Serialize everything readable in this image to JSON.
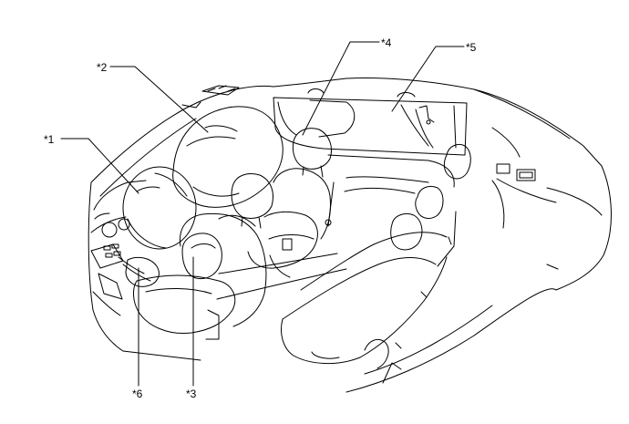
{
  "diagram": {
    "callouts": [
      {
        "id": "1",
        "text": "*1"
      },
      {
        "id": "2",
        "text": "*2"
      },
      {
        "id": "3",
        "text": "*3"
      },
      {
        "id": "4",
        "text": "*4"
      },
      {
        "id": "5",
        "text": "*5"
      },
      {
        "id": "6",
        "text": "*6"
      }
    ]
  },
  "colors": {
    "line": "#000000",
    "background": "#ffffff"
  }
}
